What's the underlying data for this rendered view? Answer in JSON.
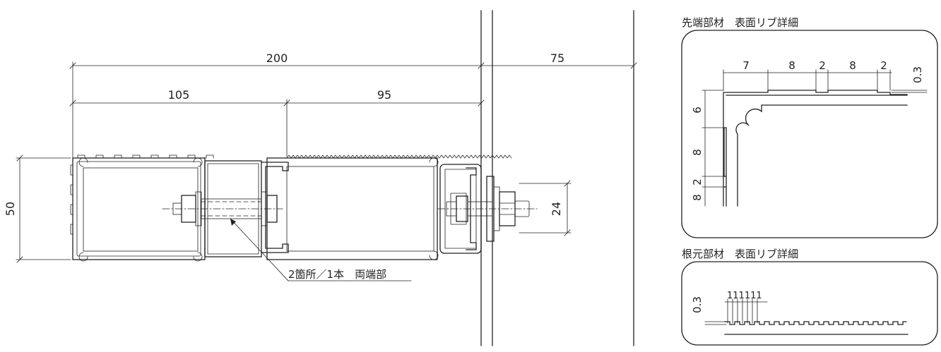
{
  "main": {
    "dim_total": "200",
    "dim_left": "105",
    "dim_right": "95",
    "dim_outside": "75",
    "dim_height": "50",
    "dim_bolt": "24",
    "leader_note": "2箇所／1本　両端部"
  },
  "detail_tip": {
    "title": "先端部材　表面リブ詳細",
    "top_dims": [
      "7",
      "8",
      "2",
      "8",
      "2"
    ],
    "right_dim": "0.3",
    "side_dims": [
      "6",
      "8",
      "2",
      "8"
    ]
  },
  "detail_root": {
    "title": "根元部材　表面リブ詳細",
    "rib_dims": "111111",
    "left_dim": "0.3"
  }
}
